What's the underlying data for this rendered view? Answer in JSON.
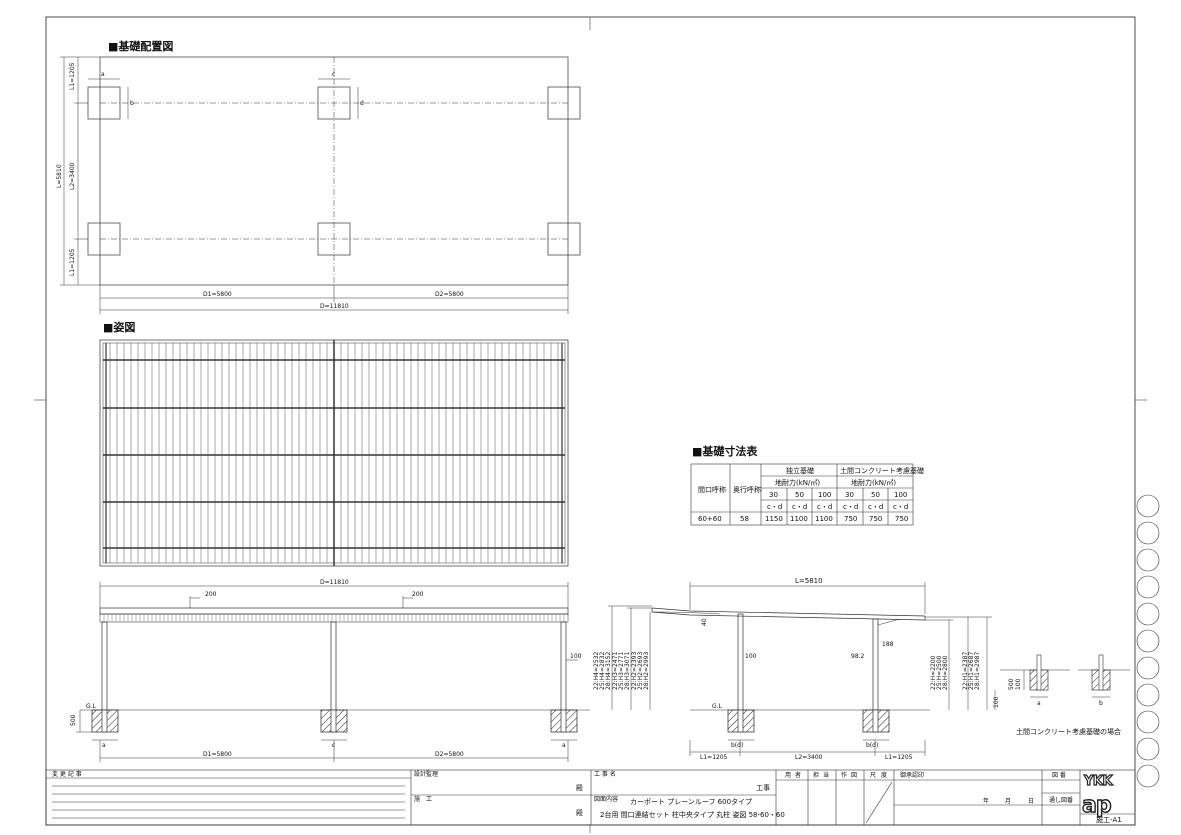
{
  "sections": {
    "foundation_layout": "■基礎配置図",
    "elevation": "■姿図",
    "dimension_table": "■基礎寸法表"
  },
  "plan": {
    "label_a": "a",
    "label_b": "b",
    "label_c": "c",
    "label_d": "d",
    "l1_top": "L1=1205",
    "l": "L=5810",
    "l2": "L2=3400",
    "l1_bottom": "L1=1205",
    "d1": "D1=5800",
    "d2": "D2=5800",
    "d_total": "D=11810"
  },
  "front": {
    "d_total": "D=11810",
    "dim_200_left": "200",
    "dim_200_right": "200",
    "dim_100": "100",
    "gl": "G.L",
    "dim_500": "500",
    "label_a1": "a",
    "label_c": "c",
    "label_a2": "a",
    "d1": "D1=5800",
    "d2": "D2=5800"
  },
  "side": {
    "l_total": "L=5810",
    "heights_left": [
      "22:H4=2532",
      "25:H4=2832",
      "28:H4=3152",
      "22:H3=2471",
      "25:H3=2771",
      "28:H3=3071",
      "22:H2=2393",
      "25:H2=2693",
      "28:H2=2993"
    ],
    "heights_right": [
      "22:H=2200",
      "25:H=2500",
      "28:H=2800",
      "22:H1=2387",
      "25:H1=2687",
      "28:H1=2987"
    ],
    "dim_40": "40",
    "dim_100_post": "100",
    "dim_98": "98.2",
    "dim_188": "188",
    "dim_100_bottom": "100",
    "gl": "G.L",
    "b_d_left": "b(d)",
    "b_d_right": "b(d)",
    "l1_left": "L1=1205",
    "l2": "L2=3400",
    "l1_right": "L1=1205"
  },
  "table": {
    "col_width": "間口呼称",
    "col_depth": "奥行呼称",
    "group_independent": "独立基礎",
    "group_concrete": "土間コンクリート考慮基礎",
    "bearing_label": "地耐力(kN/㎡)",
    "bearing_values": [
      "30",
      "50",
      "100",
      "30",
      "50",
      "100"
    ],
    "sub_labels": [
      "c・d",
      "c・d",
      "c・d",
      "c・d",
      "c・d",
      "c・d"
    ],
    "row": {
      "width": "60+60",
      "depth": "58",
      "values": [
        "1150",
        "1100",
        "1100",
        "750",
        "750",
        "750"
      ]
    }
  },
  "detail": {
    "dim_500": "500",
    "dim_100": "100",
    "label_a": "a",
    "label_b": "b",
    "caption": "土間コンクリート考慮基礎の場合"
  },
  "title_block": {
    "revision": "変 更 記 事",
    "design_supervisor": "設計監理",
    "dono1": "殿",
    "construction": "施　工",
    "dono2": "殿",
    "project_name": "工 事 名",
    "project_suffix": "工事",
    "drawing_content": "図面内容",
    "drawing_line1": "カーポート プレーンルーフ 600タイプ",
    "drawing_line2": "2台用 間口連結セット 柱中央タイプ 丸柱 姿図 58-60・60",
    "approvals": [
      "用",
      "者",
      "担",
      "当",
      "作",
      "図",
      "尺",
      "度"
    ],
    "approval_date": "御承認印",
    "date_marks": [
      "年",
      "月",
      "日"
    ],
    "drawing_no": "図 番",
    "serial_no": "通し図番",
    "sheet_code": "施工-A1",
    "logo": "YKK ap"
  }
}
